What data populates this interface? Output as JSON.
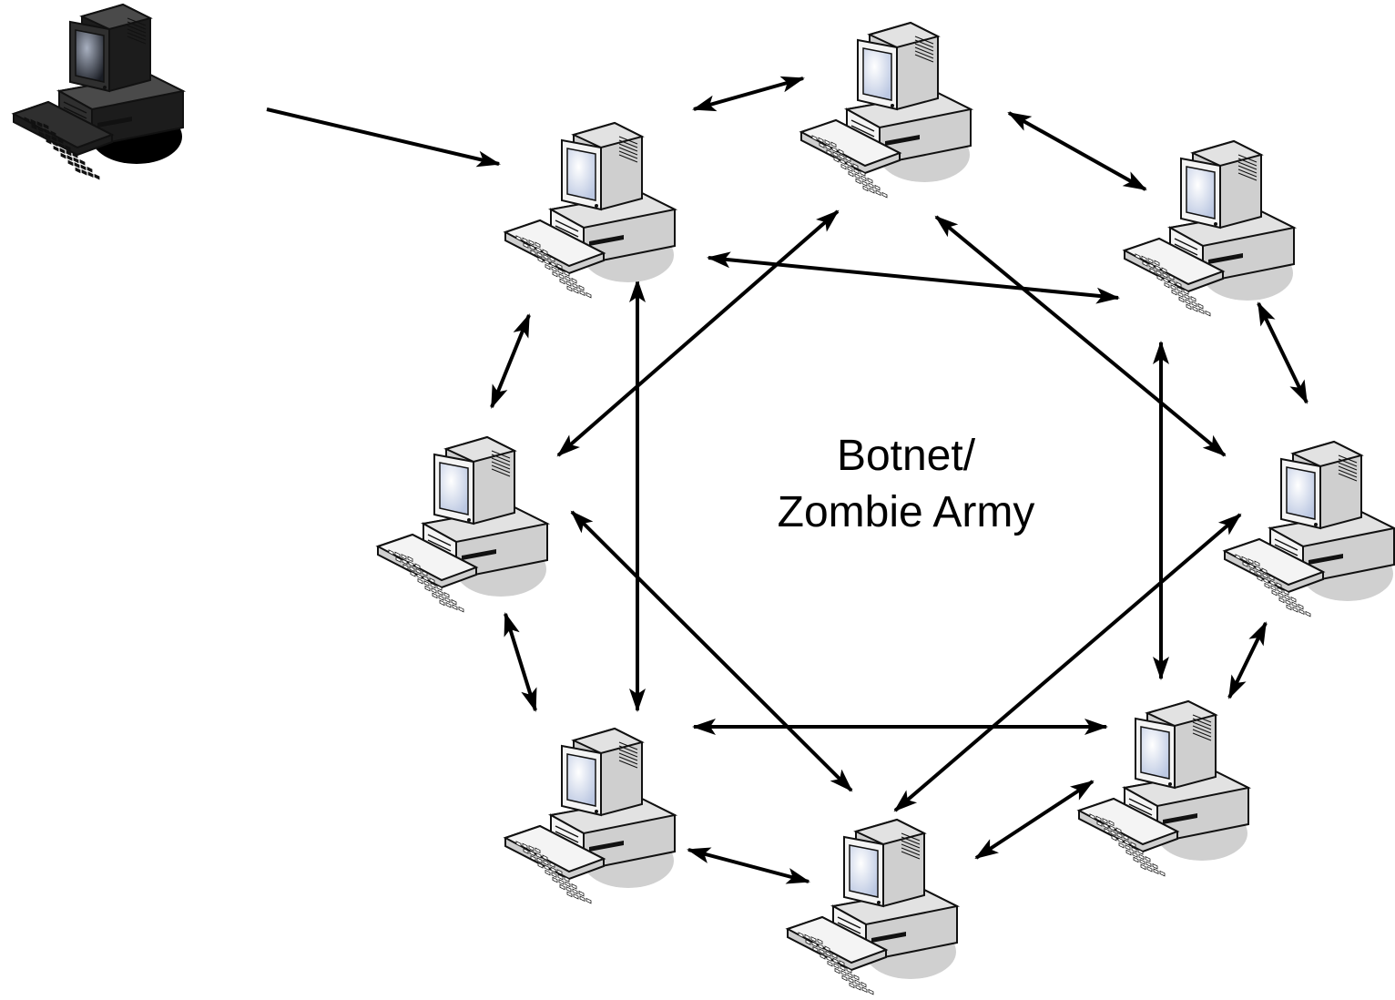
{
  "diagram": {
    "label_line1": "Botnet/",
    "label_line2": "Zombie Army",
    "nodes": [
      {
        "id": "controller",
        "role": "controller",
        "icon": "desktop-computer-icon"
      },
      {
        "id": "zombie-1",
        "role": "zombie",
        "icon": "desktop-computer-icon"
      },
      {
        "id": "zombie-2",
        "role": "zombie",
        "icon": "desktop-computer-icon"
      },
      {
        "id": "zombie-3",
        "role": "zombie",
        "icon": "desktop-computer-icon"
      },
      {
        "id": "zombie-4",
        "role": "zombie",
        "icon": "desktop-computer-icon"
      },
      {
        "id": "zombie-5",
        "role": "zombie",
        "icon": "desktop-computer-icon"
      },
      {
        "id": "zombie-6",
        "role": "zombie",
        "icon": "desktop-computer-icon"
      },
      {
        "id": "zombie-7",
        "role": "zombie",
        "icon": "desktop-computer-icon"
      },
      {
        "id": "zombie-8",
        "role": "zombie",
        "icon": "desktop-computer-icon"
      }
    ],
    "edges": [
      {
        "from": "controller",
        "to": "zombie-1",
        "direction": "one-way"
      },
      {
        "from": "zombie-1",
        "to": "zombie-2",
        "direction": "two-way"
      },
      {
        "from": "zombie-2",
        "to": "zombie-3",
        "direction": "two-way"
      },
      {
        "from": "zombie-3",
        "to": "zombie-4",
        "direction": "two-way"
      },
      {
        "from": "zombie-4",
        "to": "zombie-5",
        "direction": "two-way"
      },
      {
        "from": "zombie-5",
        "to": "zombie-6",
        "direction": "two-way"
      },
      {
        "from": "zombie-6",
        "to": "zombie-7",
        "direction": "two-way"
      },
      {
        "from": "zombie-7",
        "to": "zombie-8",
        "direction": "two-way"
      },
      {
        "from": "zombie-8",
        "to": "zombie-1",
        "direction": "two-way"
      },
      {
        "from": "zombie-1",
        "to": "zombie-3",
        "direction": "two-way"
      },
      {
        "from": "zombie-1",
        "to": "zombie-7",
        "direction": "two-way"
      },
      {
        "from": "zombie-2",
        "to": "zombie-8",
        "direction": "two-way"
      },
      {
        "from": "zombie-2",
        "to": "zombie-4",
        "direction": "two-way"
      },
      {
        "from": "zombie-3",
        "to": "zombie-5",
        "direction": "two-way"
      },
      {
        "from": "zombie-4",
        "to": "zombie-6",
        "direction": "two-way"
      },
      {
        "from": "zombie-5",
        "to": "zombie-7",
        "direction": "two-way"
      },
      {
        "from": "zombie-6",
        "to": "zombie-8",
        "direction": "two-way"
      }
    ],
    "colors": {
      "arrow": "#000000",
      "computer_light": "#f4f4f4",
      "computer_dark": "#3a3a3a",
      "screen": "#dfe6f5",
      "shadow": "#d0d0d0"
    }
  }
}
